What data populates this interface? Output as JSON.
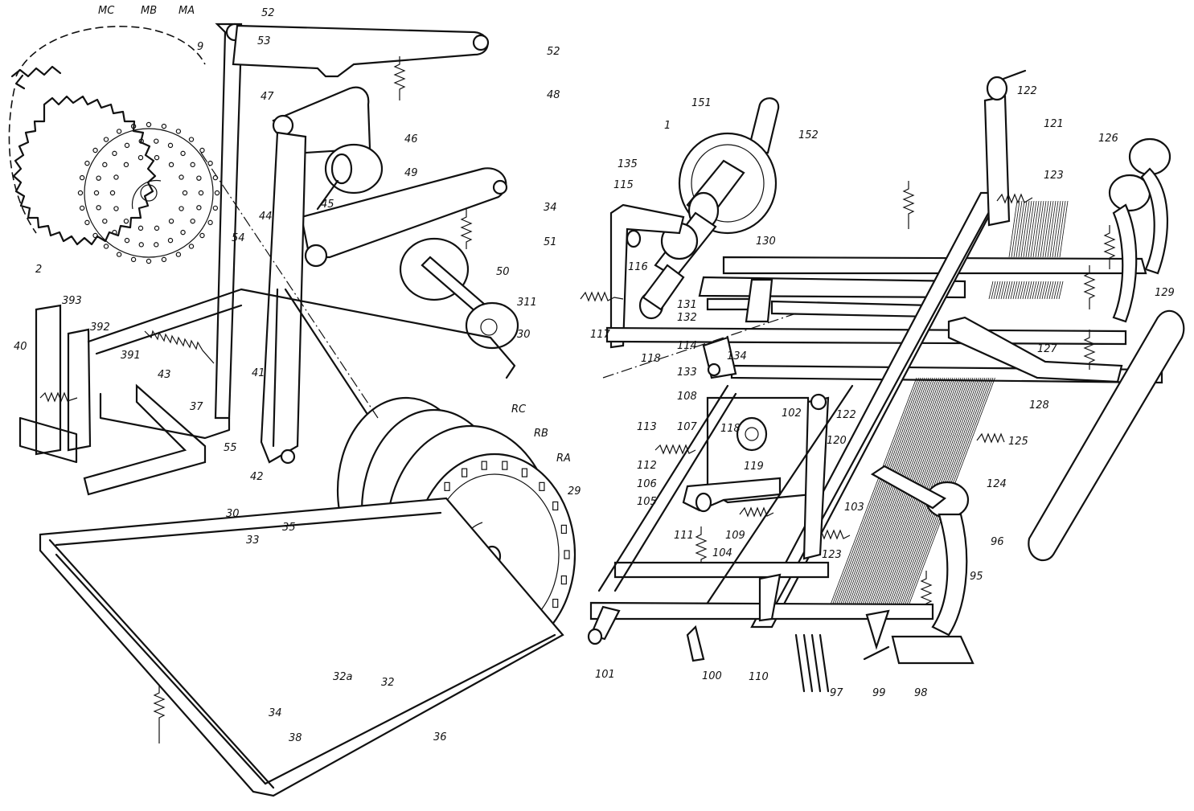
{
  "labels": {
    "MC": "MC",
    "MB": "MB",
    "MA": "MA",
    "n9": "9",
    "n52a": "52",
    "n53": "53",
    "n52b": "52",
    "n48": "48",
    "n47": "47",
    "n46": "46",
    "n49": "49",
    "n44": "44",
    "n45": "45",
    "n34a": "34",
    "n51": "51",
    "n54": "54",
    "n2": "2",
    "n50": "50",
    "n311": "311",
    "n30a": "30",
    "n393": "393",
    "n392": "392",
    "n40": "40",
    "n391": "391",
    "n43": "43",
    "n41": "41",
    "n37": "37",
    "n55": "55",
    "RC": "RC",
    "RB": "RB",
    "RA": "RA",
    "n42": "42",
    "n29": "29",
    "n30b": "30",
    "n33": "33",
    "n35": "35",
    "n32a": "32a",
    "n32": "32",
    "n34b": "34",
    "n36": "36",
    "n38": "38",
    "n122a": "122",
    "n151": "151",
    "n152": "152",
    "n121": "121",
    "n1": "1",
    "n126": "126",
    "n135": "135",
    "n115": "115",
    "n123a": "123",
    "n130": "130",
    "n116": "116",
    "n129": "129",
    "n131": "131",
    "n132": "132",
    "n117": "117",
    "n127": "127",
    "n114": "114",
    "n134": "134",
    "n118a": "118",
    "n133": "133",
    "n108": "108",
    "n122b": "122",
    "n128": "128",
    "n107": "107",
    "n118b": "118",
    "n102": "102",
    "n113": "113",
    "n120": "120",
    "n125": "125",
    "n112": "112",
    "n119": "119",
    "n124": "124",
    "n106": "106",
    "n103": "103",
    "n105": "105",
    "n111": "111",
    "n109": "109",
    "n96": "96",
    "n104": "104",
    "n123b": "123",
    "n95": "95",
    "n101": "101",
    "n100": "100",
    "n110": "110",
    "n97": "97",
    "n99": "99",
    "n98": "98"
  }
}
